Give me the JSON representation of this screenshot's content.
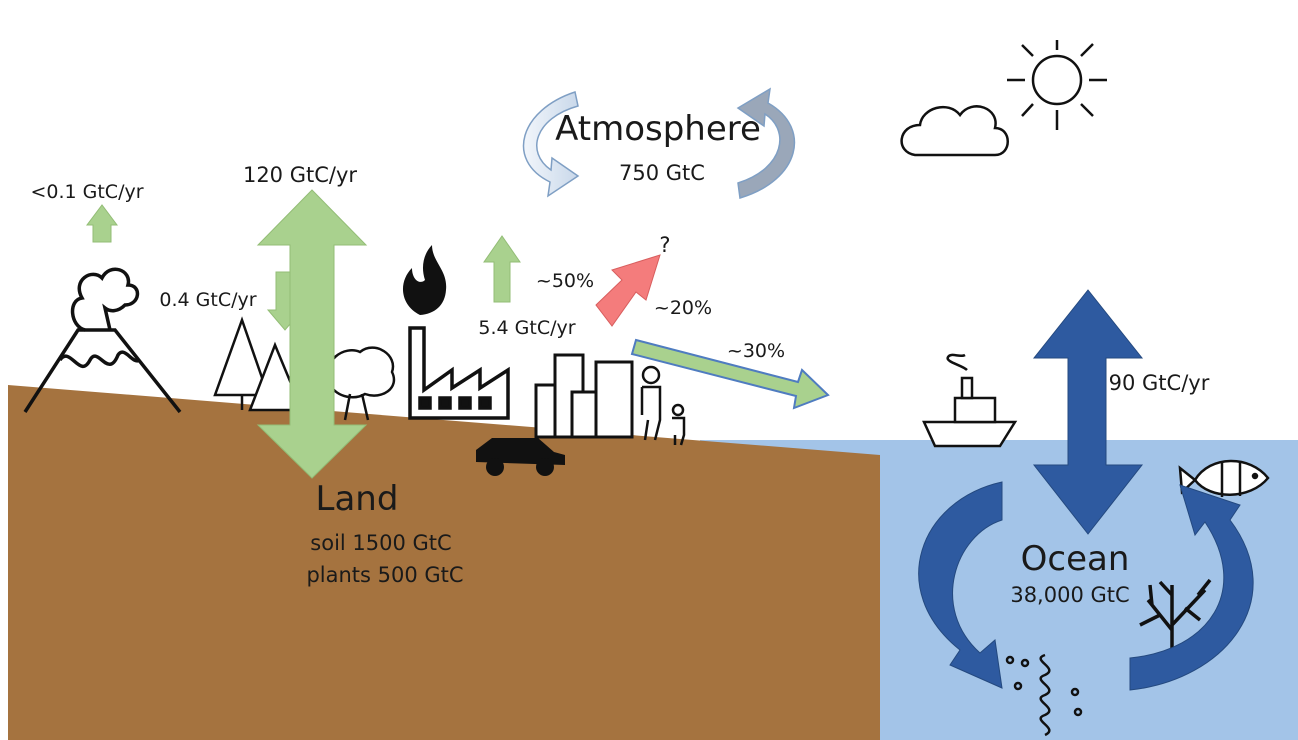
{
  "atmosphere": {
    "title": "Atmosphere",
    "amount": "750 GtC"
  },
  "land": {
    "title": "Land",
    "soil": "soil 1500 GtC",
    "plants": "plants 500 GtC"
  },
  "ocean": {
    "title": "Ocean",
    "amount": "38,000 GtC",
    "exchange": "90 GtC/yr"
  },
  "fluxes": {
    "volcano": "<0.1 GtC/yr",
    "land_uptake": "0.4 GtC/yr",
    "land_exchange": "120 GtC/yr",
    "anthropogenic": "5.4 GtC/yr",
    "to_atmosphere": "~50%",
    "unknown": "~20%",
    "unknown_mark": "?",
    "to_ocean": "~30%"
  },
  "colors": {
    "land": "#a5733f",
    "ocean": "#a3c4e8",
    "land_arrow": "#a9d18e",
    "ocean_arrow": "#2e5aa0",
    "unknown_arrow": "#f47c7c",
    "atmo_arrow": "#dde8f4"
  }
}
